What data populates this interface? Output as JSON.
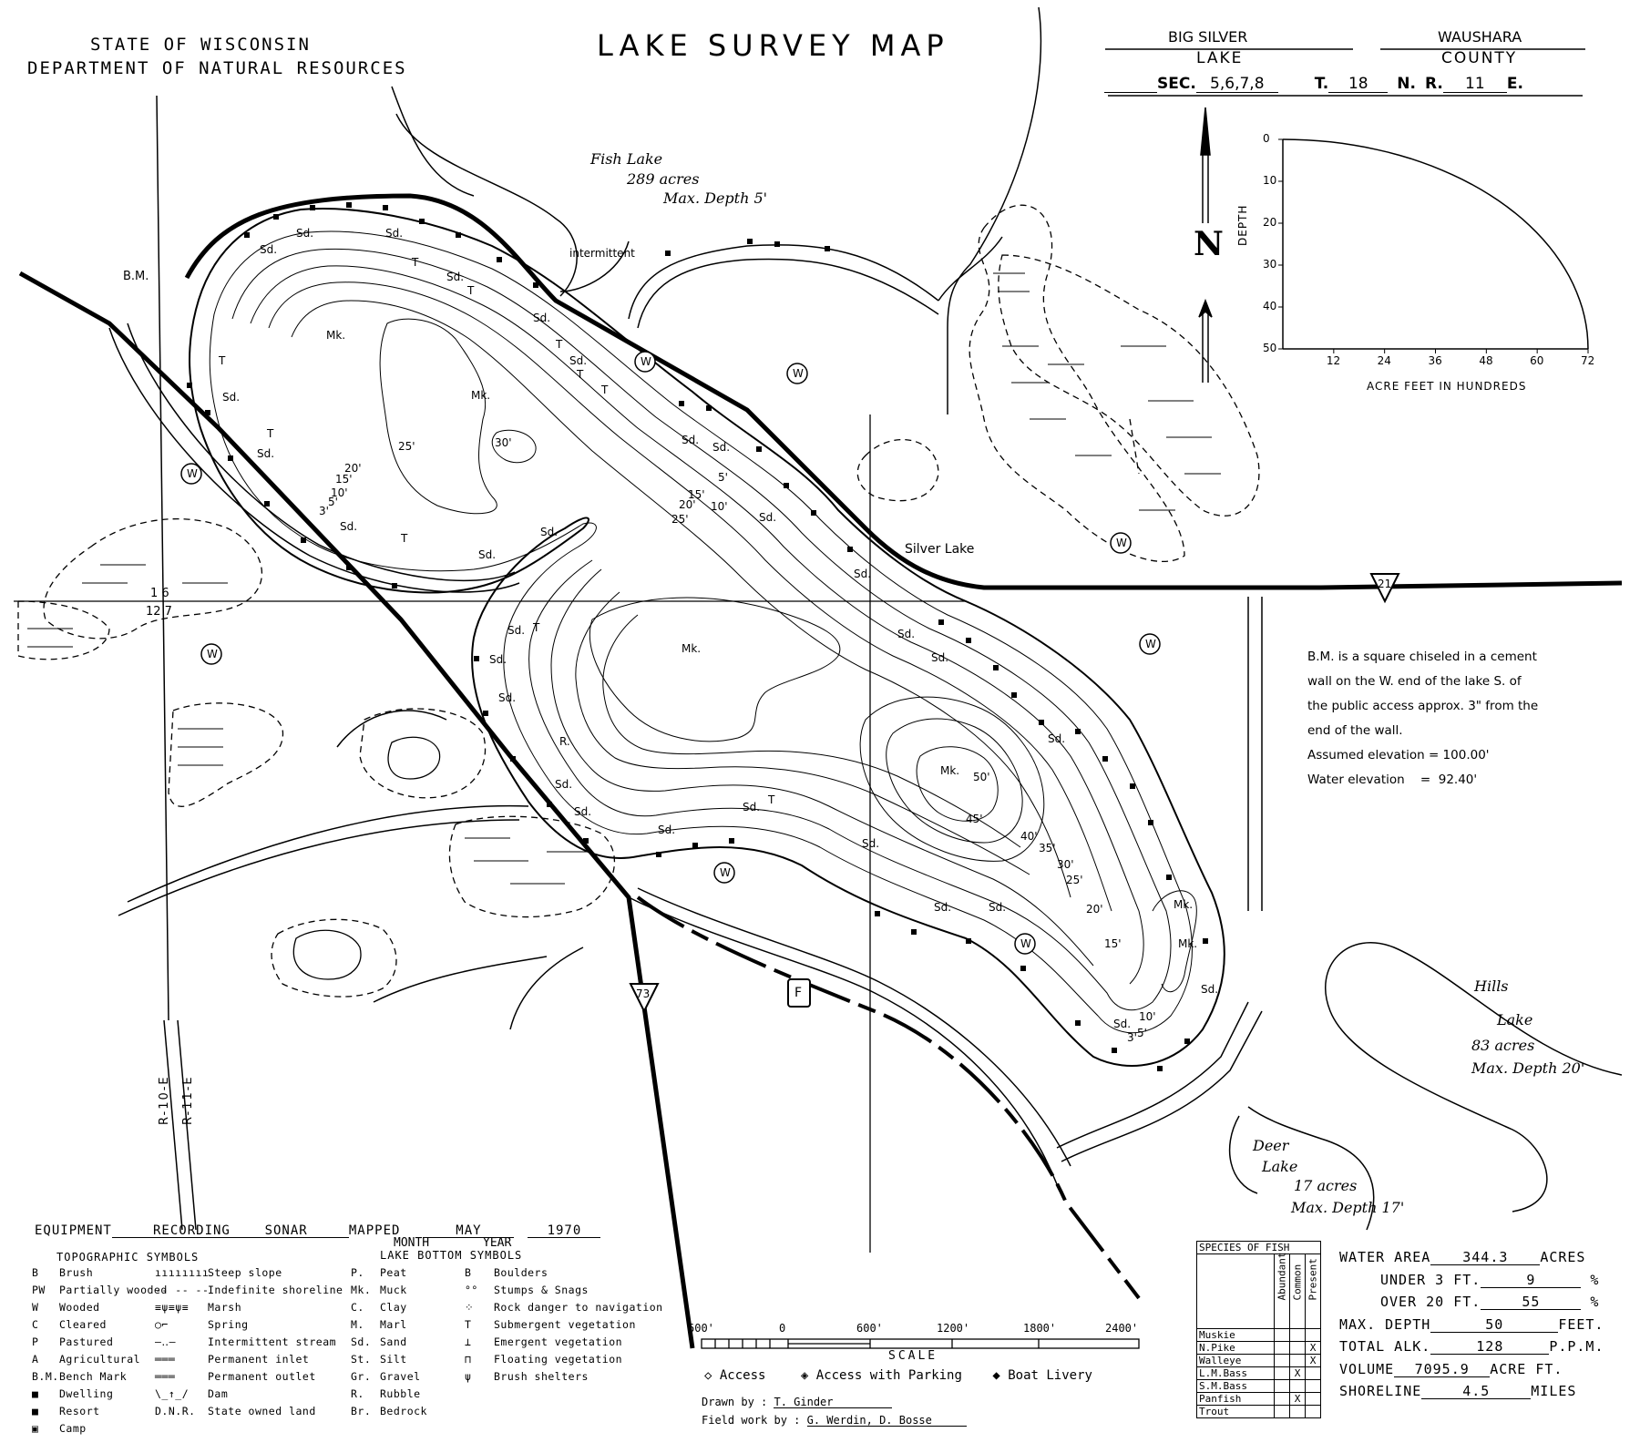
{
  "header": {
    "agency_line1": "STATE OF WISCONSIN",
    "agency_line2": "DEPARTMENT OF NATURAL RESOURCES",
    "title": "LAKE SURVEY MAP",
    "lake_name": "BIG SILVER",
    "lake_label": "LAKE",
    "county_name": "WAUSHARA",
    "county_label": "COUNTY",
    "sec_label": "SEC.",
    "sec_value": "5,6,7,8",
    "t_label": "T.",
    "t_value": "18",
    "n_label": "N.",
    "r_label": "R.",
    "r_value": "11",
    "e_label": "E."
  },
  "volume_chart": {
    "y_label": "DEPTH",
    "x_label": "ACRE FEET IN HUNDREDS",
    "y_ticks": [
      "0",
      "10",
      "20",
      "30",
      "40",
      "50"
    ],
    "x_ticks": [
      "12",
      "24",
      "36",
      "48",
      "60",
      "72"
    ]
  },
  "north_arrow": {
    "label": "N"
  },
  "map_labels": {
    "fish_lake": [
      "Fish Lake",
      "289 acres",
      "Max. Depth 5'"
    ],
    "intermittent": "intermittent",
    "bm": "B.M.",
    "silver_lake": "Silver Lake",
    "hills_lake": [
      "Hills",
      "Lake",
      "83 acres",
      "Max. Depth 20'"
    ],
    "deer_lake": [
      "Deer",
      "Lake",
      "17 acres",
      "Max. Depth 17'"
    ],
    "section_corner": [
      "1 6",
      "12 7"
    ],
    "range_left": "R-10-E",
    "range_right": "R-11-E",
    "hwy_21": "21",
    "hwy_73": "73",
    "hwy_f": "F",
    "wooded": "W"
  },
  "depth_labels": [
    "3'",
    "5'",
    "10'",
    "15'",
    "20'",
    "25'",
    "30'",
    "35'",
    "40'",
    "45'",
    "50'"
  ],
  "bottom_labels": {
    "muck": "Mk.",
    "sand": "Sd.",
    "rubble": "R.",
    "submergent": "T"
  },
  "bm_note": [
    "B.M. is a square chiseled in a cement",
    "wall on the W. end of the lake S. of",
    "the public access approx. 3\" from the",
    "end of the wall.",
    "Assumed elevation = 100.00'",
    "Water elevation    =  92.40'"
  ],
  "equipment": {
    "label": "EQUIPMENT",
    "value": "RECORDING    SONAR",
    "mapped_label": "MAPPED",
    "month": "MAY",
    "year": "1970",
    "month_label": "MONTH",
    "year_label": "YEAR"
  },
  "legend": {
    "topo_title": "TOPOGRAPHIC SYMBOLS",
    "bottom_title": "LAKE BOTTOM SYMBOLS",
    "topo_items": [
      {
        "sym": "B",
        "label": "Brush"
      },
      {
        "sym": "PW",
        "label": "Partially wooded"
      },
      {
        "sym": "W",
        "label": "Wooded"
      },
      {
        "sym": "C",
        "label": "Cleared"
      },
      {
        "sym": "P",
        "label": "Pastured"
      },
      {
        "sym": "A",
        "label": "Agricultural"
      },
      {
        "sym": "B.M.",
        "label": "Bench Mark"
      },
      {
        "sym": "■",
        "label": "Dwelling"
      },
      {
        "sym": "■",
        "label": "Resort"
      },
      {
        "sym": "▣",
        "label": "Camp"
      }
    ],
    "topo_items2": [
      "Steep slope",
      "Indefinite shoreline",
      "Marsh",
      "Spring",
      "Intermittent stream",
      "Permanent inlet",
      "Permanent outlet",
      "Dam",
      "State owned land"
    ],
    "dnr": "D.N.R.",
    "bottom_items": [
      {
        "sym": "P.",
        "label": "Peat"
      },
      {
        "sym": "Mk.",
        "label": "Muck"
      },
      {
        "sym": "C.",
        "label": "Clay"
      },
      {
        "sym": "M.",
        "label": "Marl"
      },
      {
        "sym": "Sd.",
        "label": "Sand"
      },
      {
        "sym": "St.",
        "label": "Silt"
      },
      {
        "sym": "Gr.",
        "label": "Gravel"
      },
      {
        "sym": "R.",
        "label": "Rubble"
      },
      {
        "sym": "Br.",
        "label": "Bedrock"
      }
    ],
    "bottom_items2": [
      {
        "sym": "B",
        "label": "Boulders"
      },
      {
        "sym": "°°",
        "label": "Stumps & Snags"
      },
      {
        "sym": "⁘",
        "label": "Rock danger to navigation"
      },
      {
        "sym": "T",
        "label": "Submergent vegetation"
      },
      {
        "sym": "⊥",
        "label": "Emergent vegetation"
      },
      {
        "sym": "⊓",
        "label": "Floating vegetation"
      },
      {
        "sym": "ψ",
        "label": "Brush shelters"
      }
    ]
  },
  "scale": {
    "ticks": [
      "600'",
      "0",
      "600'",
      "1200'",
      "1800'",
      "2400'"
    ],
    "label": "SCALE",
    "access": "Access",
    "access_parking": "Access with Parking",
    "boat_livery": "Boat Livery"
  },
  "credits": {
    "drawn_label": "Drawn by",
    "drawn_value": "T. Ginder",
    "field_label": "Field work by",
    "field_value": "G. Werdin, D. Bosse"
  },
  "fish_table": {
    "title": "SPECIES OF FISH",
    "columns": [
      "Abundant",
      "Common",
      "Present"
    ],
    "rows": [
      {
        "name": "Muskie",
        "marks": [
          "",
          "",
          ""
        ]
      },
      {
        "name": "N.Pike",
        "marks": [
          "",
          "",
          "X"
        ]
      },
      {
        "name": "Walleye",
        "marks": [
          "",
          "",
          "X"
        ]
      },
      {
        "name": "L.M.Bass",
        "marks": [
          "",
          "X",
          ""
        ]
      },
      {
        "name": "S.M.Bass",
        "marks": [
          "",
          "",
          ""
        ]
      },
      {
        "name": "Panfish",
        "marks": [
          "",
          "X",
          ""
        ]
      },
      {
        "name": "Trout",
        "marks": [
          "",
          "",
          ""
        ]
      }
    ]
  },
  "stats": {
    "water_area_label": "WATER AREA",
    "water_area": "344.3",
    "water_area_unit": "ACRES",
    "under3_label": "UNDER 3 FT.",
    "under3": "9",
    "over20_label": "OVER 20 FT.",
    "over20": "55",
    "pct": "%",
    "max_depth_label": "MAX. DEPTH",
    "max_depth": "50",
    "max_depth_unit": "FEET.",
    "alk_label": "TOTAL ALK.",
    "alk": "128",
    "alk_unit": "P.P.M.",
    "volume_label": "VOLUME",
    "volume": "7095.9",
    "volume_unit": "ACRE FT.",
    "shoreline_label": "SHORELINE",
    "shoreline": "4.5",
    "shoreline_unit": "MILES"
  }
}
